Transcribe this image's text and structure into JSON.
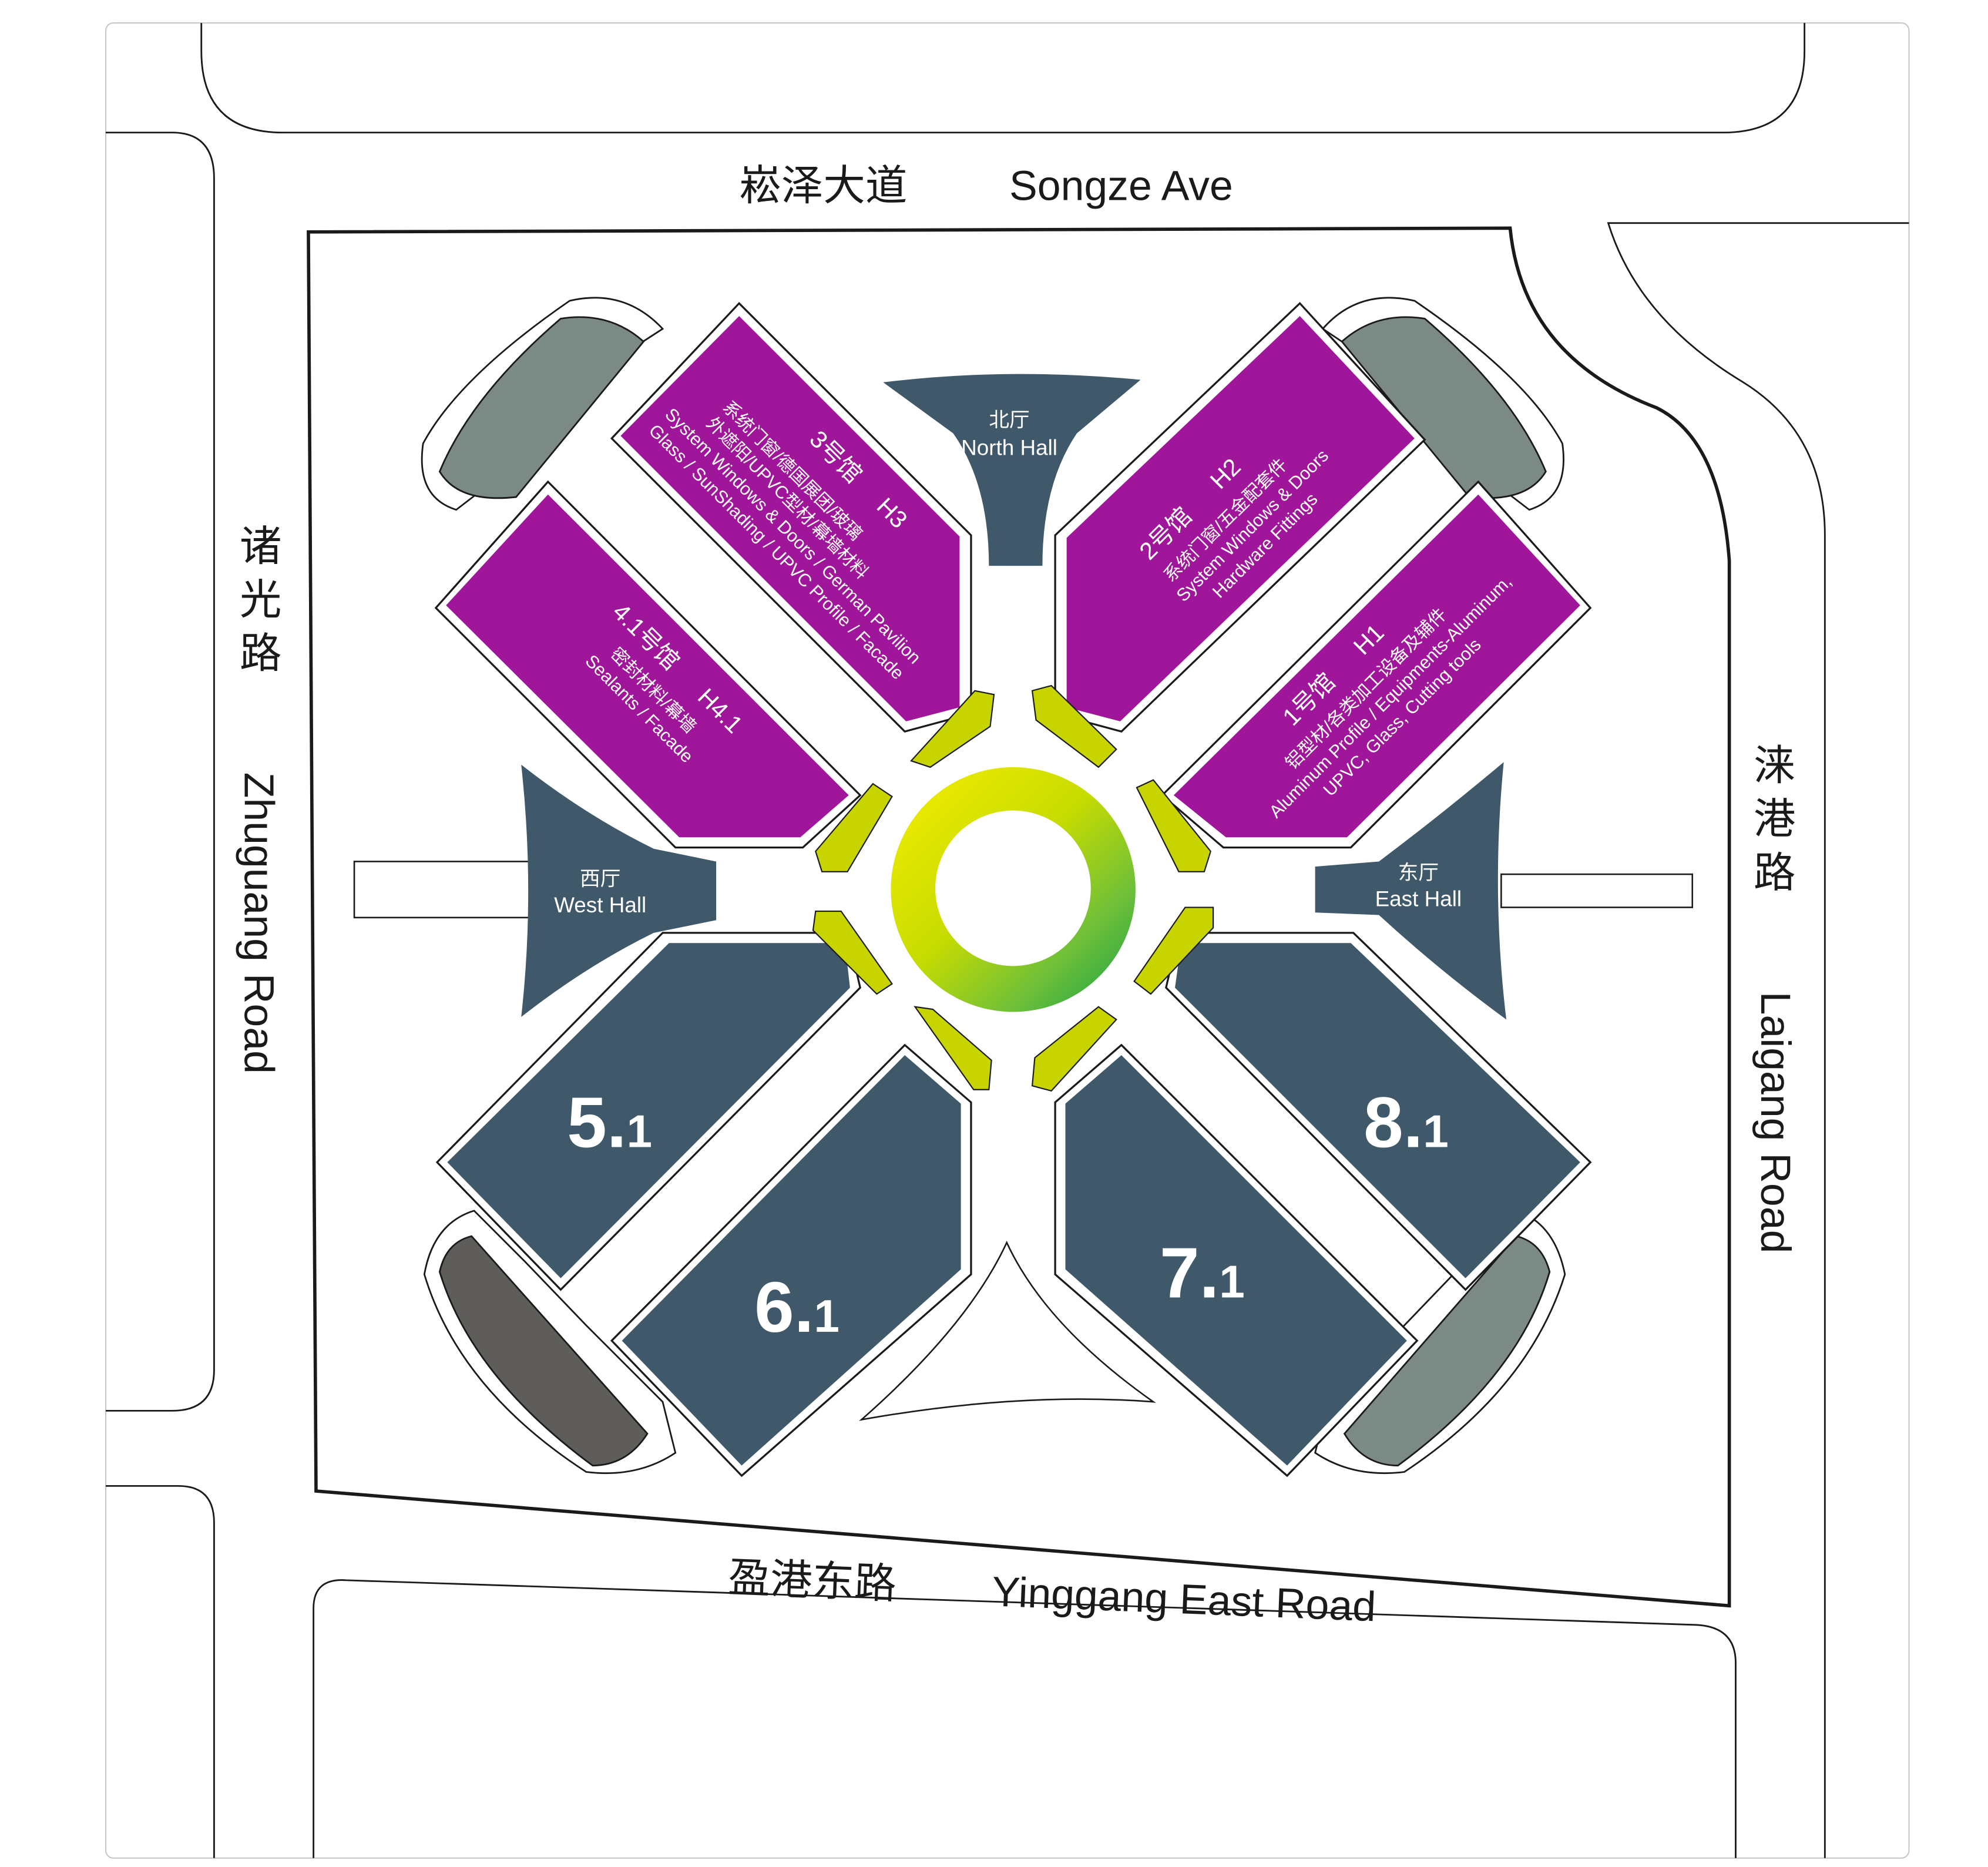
{
  "roads": {
    "north": {
      "cn": "崧泽大道",
      "en": "Songze Ave"
    },
    "south": {
      "cn": "盈港东路",
      "en": "Yinggang East Road"
    },
    "west": {
      "cn": "诸光路",
      "en": "Zhuguang Road"
    },
    "east": {
      "cn": "涞港路",
      "en": "Laigang Road"
    }
  },
  "halls": {
    "north": {
      "cn": "北厅",
      "en": "North Hall"
    },
    "west": {
      "cn": "西厅",
      "en": "West Hall"
    },
    "east": {
      "cn": "东厅",
      "en": "East Hall"
    },
    "h3": {
      "title": "3号馆",
      "code": "H3",
      "lines": [
        "系统门窗/德国展团/玻璃",
        "外遮阳/UPVC型材/幕墙材料",
        "System Windows & Doors / German Pavilion",
        "Glass / SunShading / UPVC Profile / Facade"
      ]
    },
    "h41": {
      "title": "4.1号馆",
      "code": "H4.1",
      "lines": [
        "密封材料/幕墙",
        "Sealants / Facade"
      ]
    },
    "h2": {
      "title": "2号馆",
      "code": "H2",
      "lines": [
        "系统门窗/五金配套件",
        "System Windows & Doors",
        "Hardware Fittings"
      ]
    },
    "h1": {
      "title": "1号馆",
      "code": "H1",
      "lines": [
        "铝型材/各类加工设备及辅件",
        "Aluminum Profile / Equipments-Aluminum,",
        "UPVC, Glass, Cutting tools"
      ]
    },
    "h51": {
      "big": "5.",
      "small": "1"
    },
    "h61": {
      "big": "6.",
      "small": "1"
    },
    "h71": {
      "big": "7.",
      "small": "1"
    },
    "h81": {
      "big": "8.",
      "small": "1"
    }
  },
  "colors": {
    "purple": "#a0169b",
    "slate": "#40596a",
    "stair_gray": "#7b8a85",
    "stair_dark": "#5e5d5a",
    "lime": "#c8d400",
    "outline": "#1a1a1a"
  },
  "icons": [
    "central-ring-plaza",
    "stair-block"
  ]
}
